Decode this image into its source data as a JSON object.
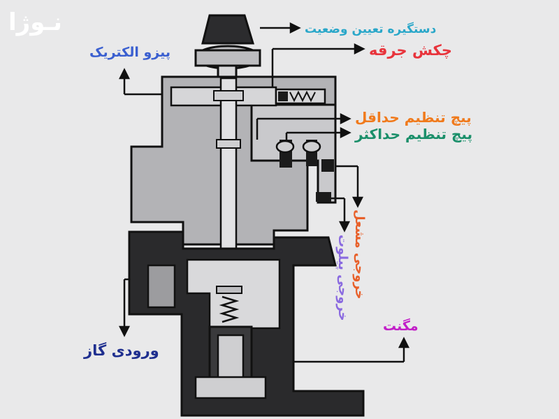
{
  "logo": {
    "text": "نـوژا",
    "color": "#ffffff"
  },
  "labels": {
    "position_knob": "دستگیره تعیین وضعیت",
    "firing_hammer": "چکش جرقه",
    "piezo_electric": "پیزو الکتریک",
    "max_adjust_screw": "پیچ تنظیم حداقل",
    "min_adjust_screw": "پیچ تنظیم حداکثر",
    "burner_output": "خروجی مشعل",
    "pilot_output": "خروجی پیلوت",
    "magnet": "مگنت",
    "gas_inlet": "ورودی گاز"
  },
  "colors": {
    "position_knob": "#2aa7c9",
    "firing_hammer": "#e8343c",
    "piezo_electric": "#3a5fd0",
    "max_adjust_screw": "#f07a1c",
    "min_adjust_screw": "#1a8f6a",
    "burner_output": "#e8602a",
    "pilot_output": "#8a6ae0",
    "magnet": "#c21fc8",
    "gas_inlet": "#1f2f8f"
  }
}
